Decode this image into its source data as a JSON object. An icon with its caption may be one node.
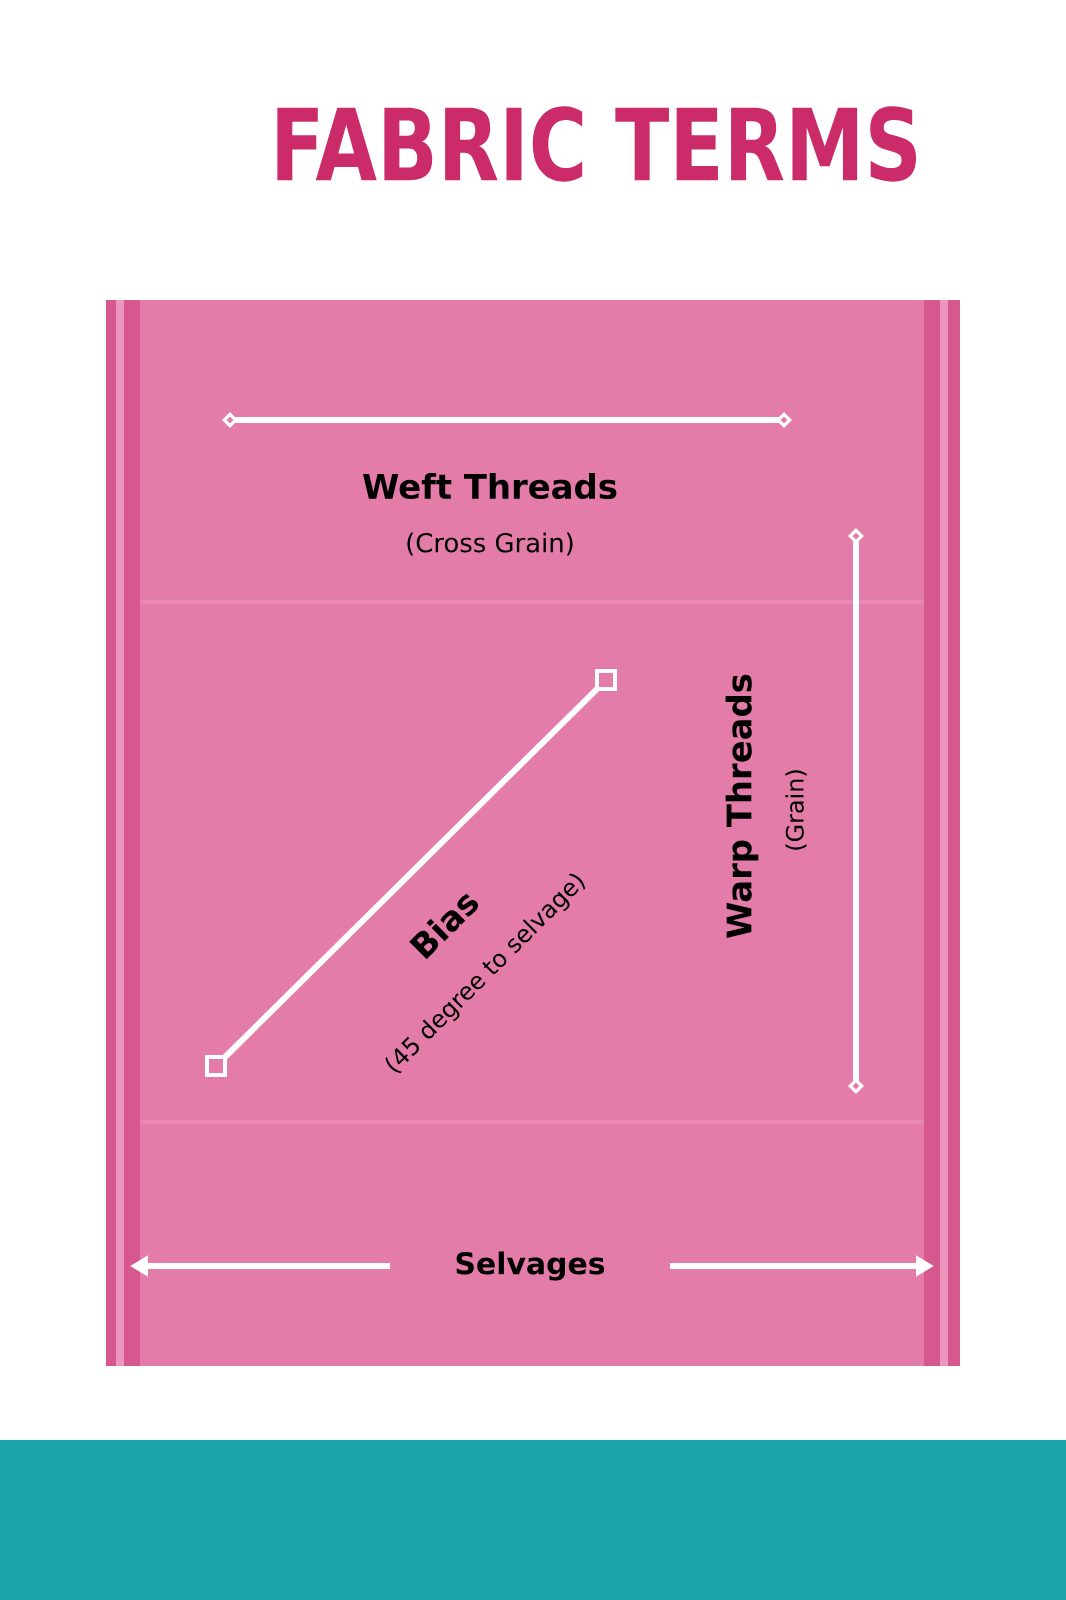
{
  "diagram": {
    "title": "FABRIC TERMS",
    "labels": [
      "Weft Threads",
      "(Cross Grain)",
      "Warp Threads",
      "(Grain)",
      "Bias",
      "(45 degree to selvage)",
      "Selvages"
    ]
  }
}
